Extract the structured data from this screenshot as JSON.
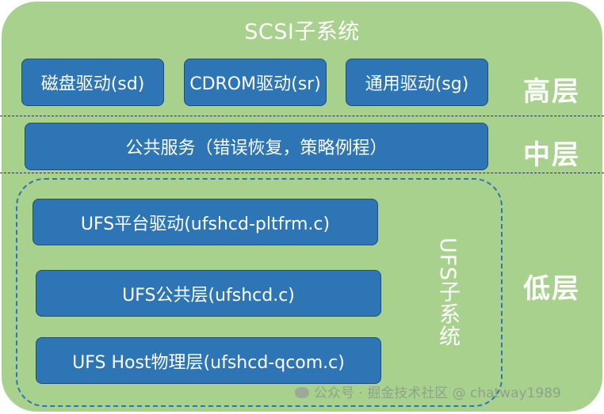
{
  "title": "SCSI子系统",
  "high_boxes": [
    "磁盘驱动(sd)",
    "CDROM驱动(sr)",
    "通用驱动(sg)"
  ],
  "mid_box": "公共服务（错误恢复，策略例程）",
  "low_boxes": [
    "UFS平台驱动(ufshcd-pltfrm.c)",
    "UFS公共层(ufshcd.c)",
    "UFS Host物理层(ufshcd-qcom.c)"
  ],
  "ufs_group_label": "UFS子系统",
  "layers": {
    "high": "高层",
    "mid": "中层",
    "low": "低层"
  },
  "watermark": "公众号 · 掘金技术社区 @ chatway1989"
}
